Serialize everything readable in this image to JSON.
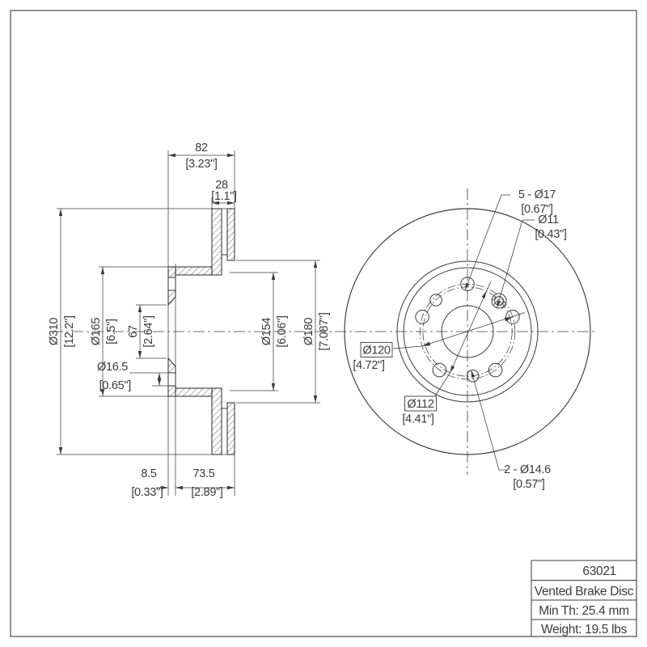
{
  "page": {
    "background": "#ffffff",
    "line_color": "#3b3b3b"
  },
  "title_block": {
    "part_number": "63021",
    "product_name": "Vented Brake Disc",
    "min_thickness": "Min Th: 25.4 mm",
    "weight": "Weight: 19.5 lbs"
  },
  "section_view": {
    "overall_width": {
      "mm": "82",
      "inch": "[3.23\"]"
    },
    "rotor_thickness": {
      "mm": "28",
      "inch": "[1.1\"]"
    },
    "outer_diameter": {
      "mm": "Ø310",
      "inch": "[12.2\"]"
    },
    "hat_diameter": {
      "mm": "Ø165",
      "inch": "[6.5\"]"
    },
    "center_bore": {
      "mm": "67",
      "inch": "[2.64\"]"
    },
    "stud_hole": {
      "mm": "Ø16.5",
      "inch": "[0.65\"]"
    },
    "hat_inner_diameter": {
      "mm": "Ø154",
      "inch": "[6.06\"]"
    },
    "friction_inner_diameter": {
      "mm": "Ø180",
      "inch": "[7.087\"]"
    },
    "hat_offset": {
      "mm": "8.5",
      "inch": "[0.33\"]"
    },
    "hat_depth": {
      "mm": "73.5",
      "inch": "[2.89\"]"
    }
  },
  "front_view": {
    "bolt_holes": {
      "mm": "5 - Ø17",
      "inch": "[0.67\"]"
    },
    "small_hole": {
      "mm": "Ø11",
      "inch": "[0.43\"]"
    },
    "bolt_circle": {
      "mm": "Ø120",
      "inch": "[4.72\"]"
    },
    "locating_circle": {
      "mm": "Ø112",
      "inch": "[4.41\"]"
    },
    "locating_holes": {
      "mm": "2 - Ø14.6",
      "inch": "[0.57\"]"
    }
  }
}
